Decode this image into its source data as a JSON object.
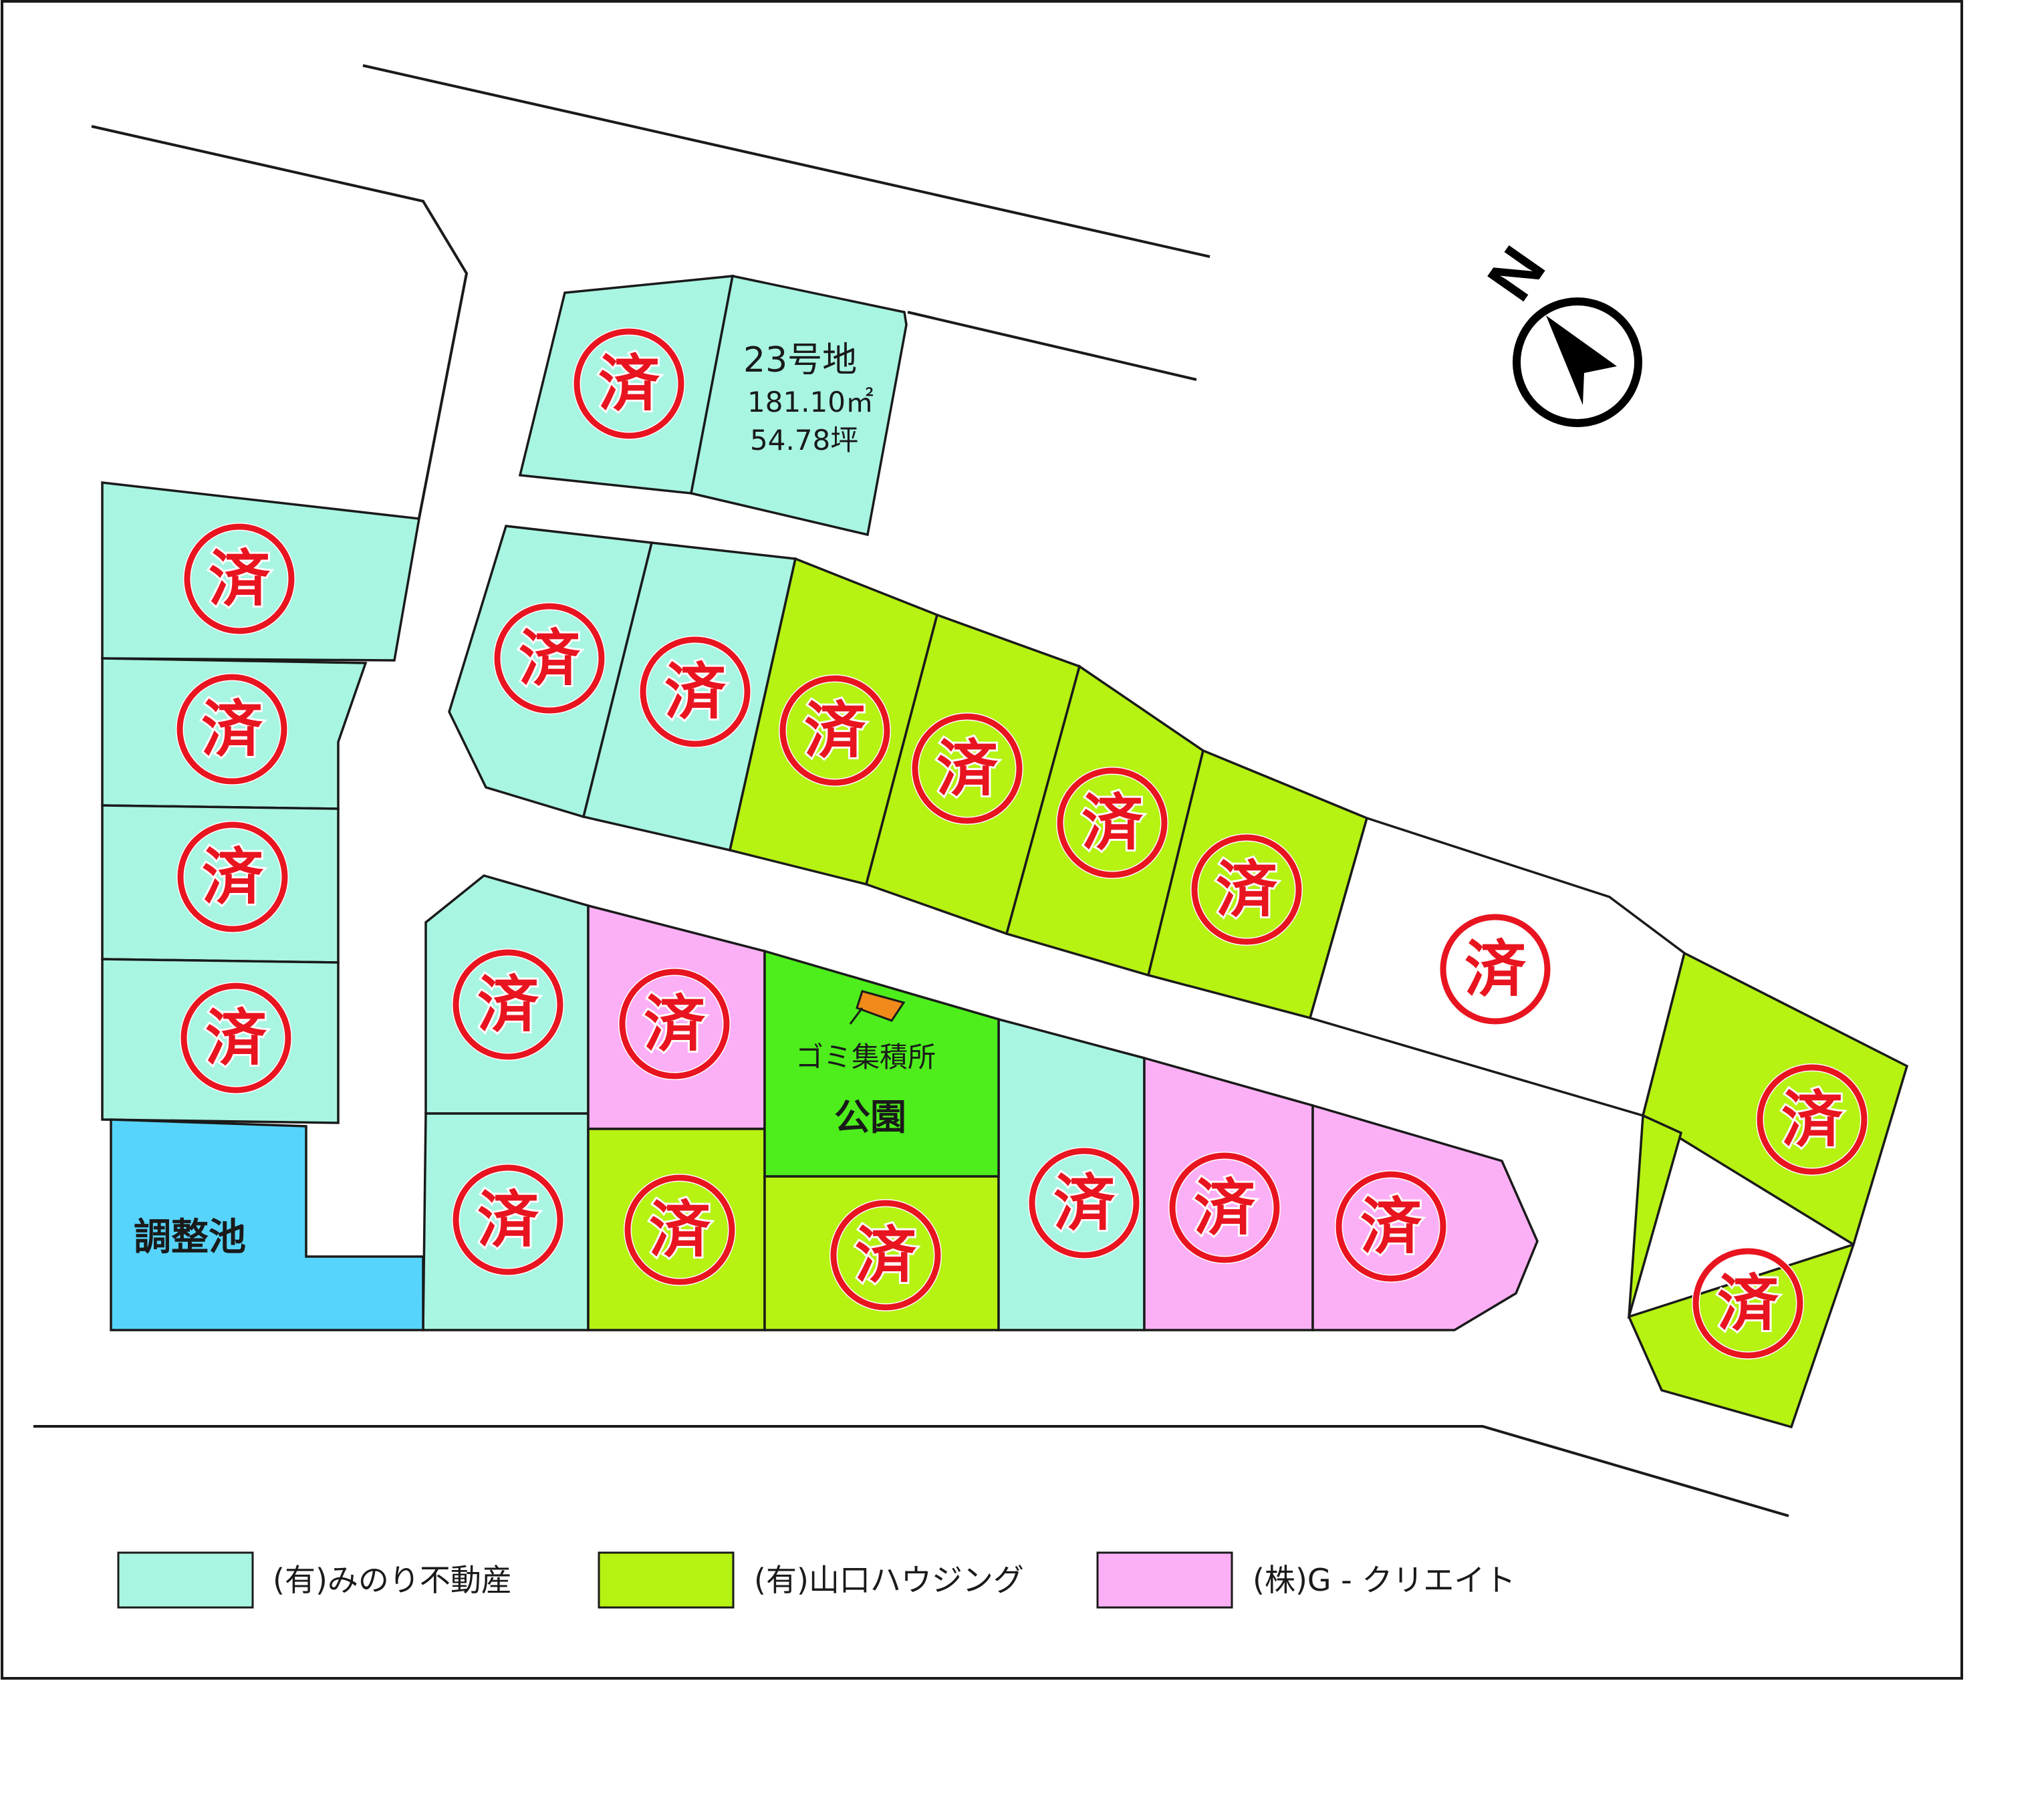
{
  "colors": {
    "minori": "#a8f5e2",
    "yamaguchi": "#b6f212",
    "g_create": "#fbb0f5",
    "park": "#4dee1b",
    "pond": "#57d4fb",
    "garbage": "#f08a1a",
    "stamp": "#e8141f",
    "unassigned": "#ffffff"
  },
  "stamp_text": "済",
  "north_label": "N",
  "lot23": {
    "name": "23号地",
    "area_m2": "181.10㎡",
    "area_tsubo": "54.78坪"
  },
  "facilities": {
    "pond": "調整池",
    "park": "公園",
    "garbage": "ゴミ集積所"
  },
  "legend": [
    {
      "color_key": "minori",
      "label": "(有)みのり不動産"
    },
    {
      "color_key": "yamaguchi",
      "label": "(有)山口ハウジング"
    },
    {
      "color_key": "g_create",
      "label": "(株)G - クリエイト"
    }
  ],
  "lots": [
    {
      "id": "lot-1",
      "owner": "minori",
      "sold": true
    },
    {
      "id": "lot-2",
      "owner": "minori",
      "sold": true
    },
    {
      "id": "lot-3",
      "owner": "minori",
      "sold": true
    },
    {
      "id": "lot-4",
      "owner": "minori",
      "sold": true
    },
    {
      "id": "lot-5",
      "owner": "minori",
      "sold": true
    },
    {
      "id": "lot-6",
      "owner": "minori",
      "sold": true
    },
    {
      "id": "lot-7",
      "owner": "yamaguchi",
      "sold": true
    },
    {
      "id": "lot-8",
      "owner": "yamaguchi",
      "sold": true
    },
    {
      "id": "lot-9",
      "owner": "yamaguchi",
      "sold": true
    },
    {
      "id": "lot-10",
      "owner": "yamaguchi",
      "sold": true
    },
    {
      "id": "lot-11",
      "owner": "unassigned",
      "sold": true
    },
    {
      "id": "lot-12",
      "owner": "yamaguchi",
      "sold": true
    },
    {
      "id": "lot-13",
      "owner": "yamaguchi",
      "sold": true
    },
    {
      "id": "lot-14",
      "owner": "minori",
      "sold": true
    },
    {
      "id": "lot-15",
      "owner": "minori",
      "sold": true
    },
    {
      "id": "lot-16",
      "owner": "g_create",
      "sold": true
    },
    {
      "id": "lot-17",
      "owner": "yamaguchi",
      "sold": true
    },
    {
      "id": "lot-18",
      "owner": "yamaguchi",
      "sold": true
    },
    {
      "id": "lot-19",
      "owner": "minori",
      "sold": true
    },
    {
      "id": "lot-20",
      "owner": "g_create",
      "sold": true
    },
    {
      "id": "lot-21",
      "owner": "g_create",
      "sold": true
    },
    {
      "id": "lot-22",
      "owner": "minori",
      "sold": true
    },
    {
      "id": "lot-23",
      "owner": "minori",
      "sold": false
    },
    {
      "id": "lot-24",
      "owner": "minori",
      "sold": true
    }
  ]
}
